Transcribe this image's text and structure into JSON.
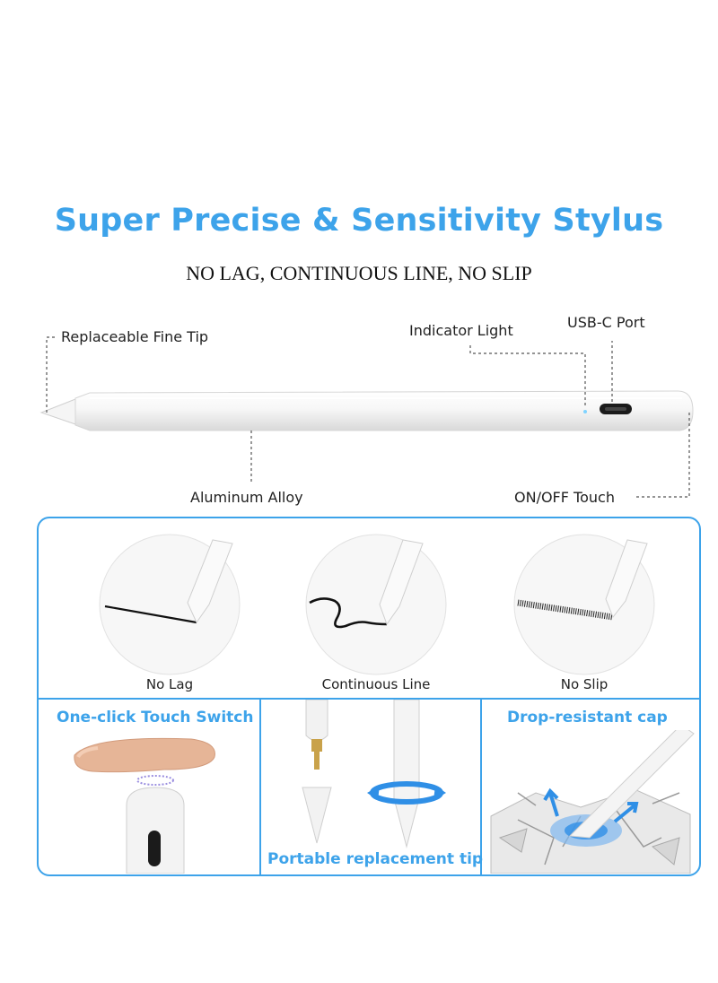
{
  "header": {
    "title": "Super Precise & Sensitivity Stylus",
    "subtitle": "NO LAG, CONTINUOUS LINE, NO SLIP"
  },
  "callouts": {
    "tip": "Replaceable Fine Tip",
    "indicator": "Indicator Light",
    "usb": "USB-C Port",
    "alloy": "Aluminum Alloy",
    "touch": "ON/OFF Touch"
  },
  "demos": [
    {
      "label": "No Lag"
    },
    {
      "label": "Continuous Line"
    },
    {
      "label": "No Slip"
    }
  ],
  "features": {
    "touch_switch": "One-click Touch Switch",
    "replacement_tip": "Portable replacement tip",
    "drop_cap": "Drop-resistant cap"
  },
  "colors": {
    "accent": "#3da3ea",
    "text": "#222222",
    "pen_body": "#f4f4f4"
  }
}
